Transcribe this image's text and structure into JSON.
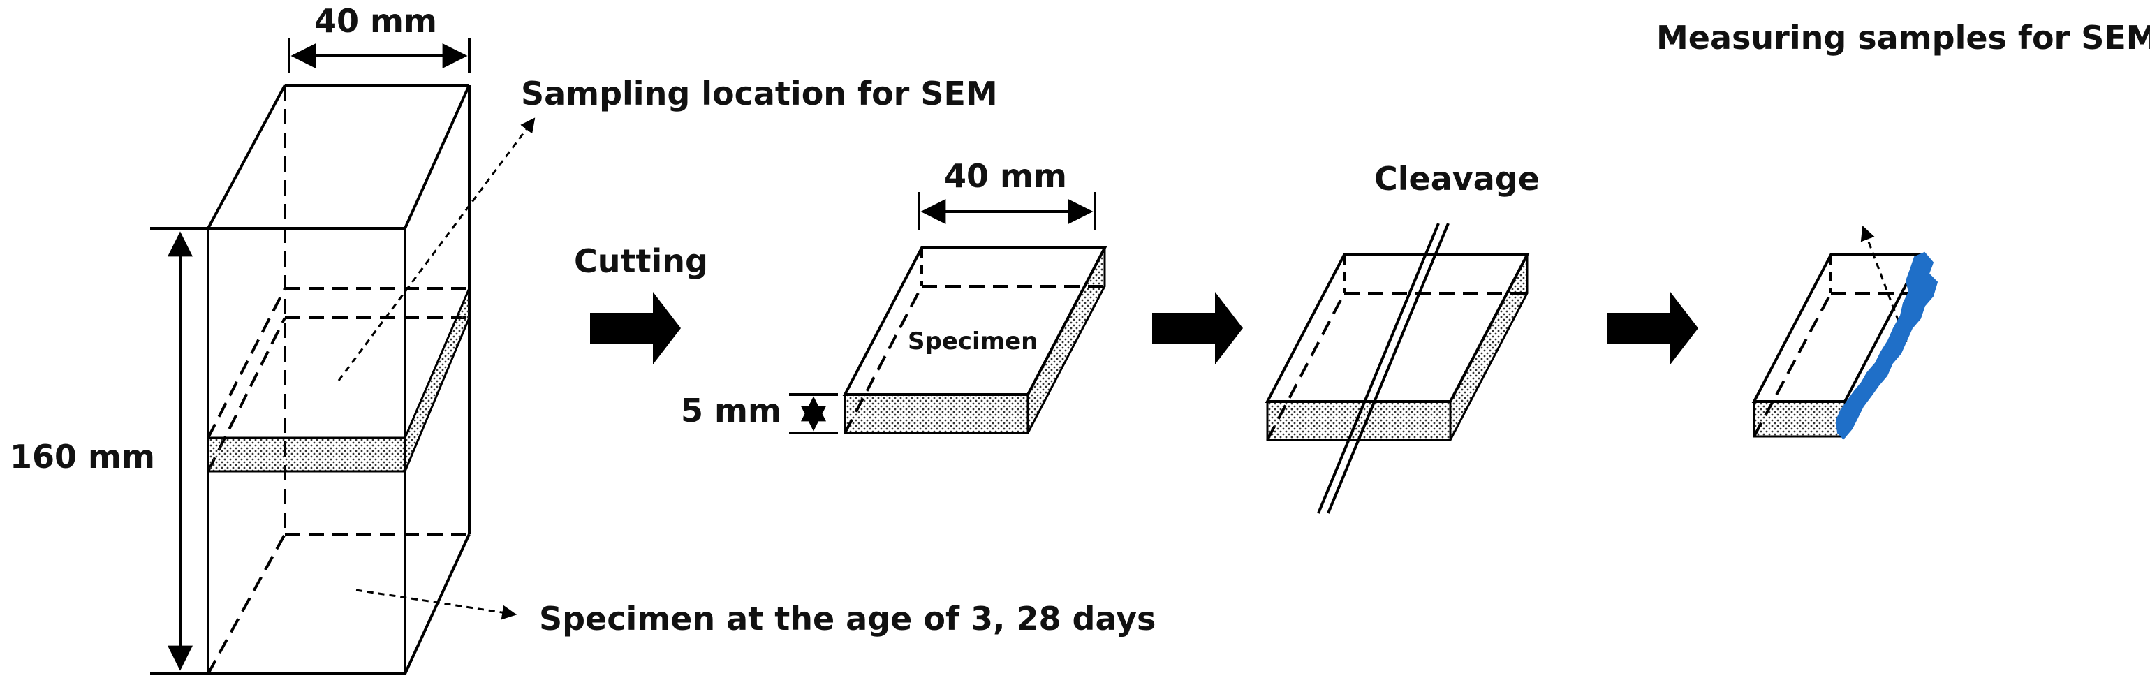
{
  "labels": {
    "top_width": "40 mm",
    "height": "160 mm",
    "sampling_location": "Sampling location for SEM",
    "specimen_age": "Specimen at the age of 3, 28 days",
    "cutting": "Cutting",
    "slice_width": "40 mm",
    "thickness": "5 mm",
    "specimen": "Specimen",
    "cleavage": "Cleavage",
    "measuring": "Measuring samples for SEM"
  },
  "colors": {
    "line": "#000000",
    "arrow": "#000000",
    "fracture": "#1f6fc8"
  }
}
